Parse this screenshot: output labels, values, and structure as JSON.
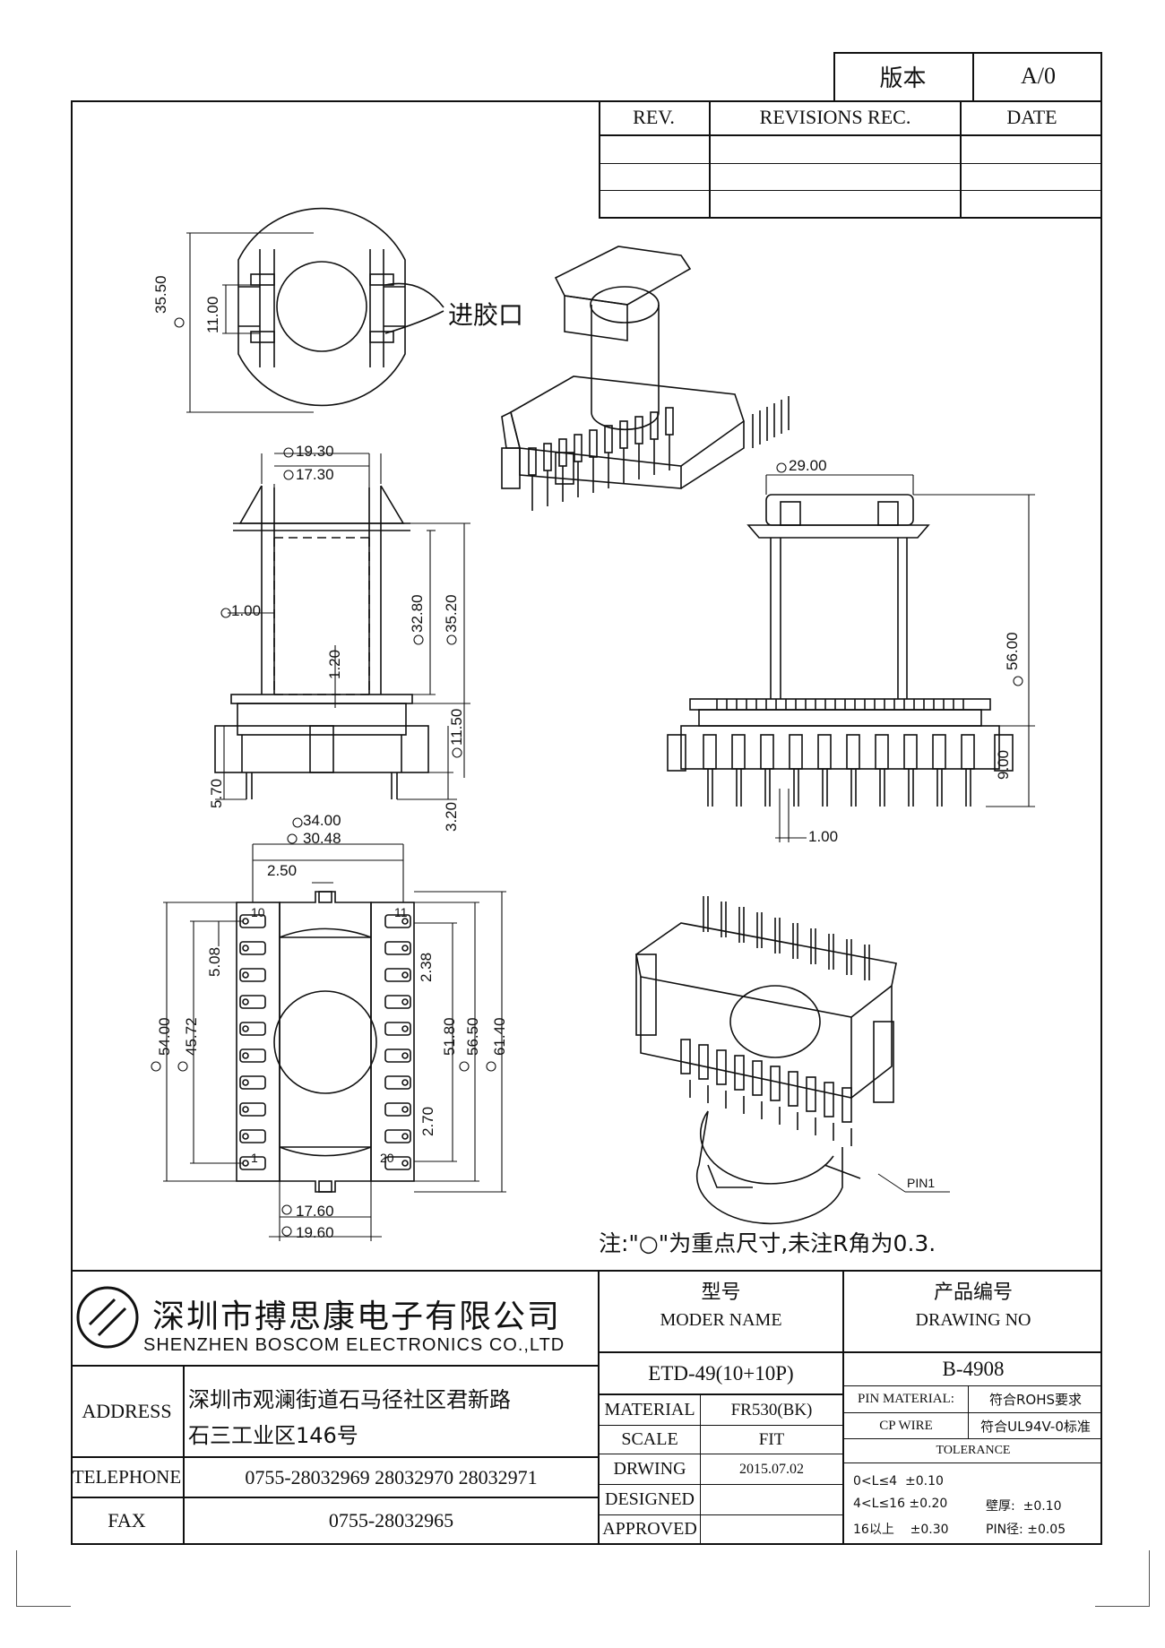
{
  "version_box": {
    "label": "版本",
    "value": "A/0"
  },
  "revisions": {
    "headers": [
      "REV.",
      "REVISIONS REC.",
      "DATE"
    ]
  },
  "callouts": {
    "gate": "进胶口",
    "pin1": "PIN1",
    "note": "注:\"○\"为重点尺寸,未注R角为0.3."
  },
  "dims": {
    "top_dia": "35.50",
    "top_slot": "11.00",
    "d1930": "19.30",
    "d1730": "17.30",
    "d100a": "1.00",
    "d120": "1.20",
    "d3280": "32.80",
    "d3520": "35.20",
    "d1150": "11.50",
    "d570": "5.70",
    "d320": "3.20",
    "d2900": "29.00",
    "d5600": "56.00",
    "d900": "9.00",
    "d100b": "1.00",
    "d3400": "34.00",
    "d3048": "30.48",
    "d250": "2.50",
    "d508": "5.08",
    "d238": "2.38",
    "d5400": "54.00",
    "d4572": "45.72",
    "d5180": "51.80",
    "d5650": "56.50",
    "d6140": "61.40",
    "d270": "2.70",
    "d1760": "17.60",
    "d1960": "19.60",
    "pin10": "10",
    "pin11": "11",
    "pin1": "1",
    "pin20": "20"
  },
  "company": {
    "name_cn": "深圳市搏思康电子有限公司",
    "name_en": "SHENZHEN BOSCOM ELECTRONICS CO.,LTD"
  },
  "title_block": {
    "address_label": "ADDRESS",
    "address_l1": "深圳市观澜街道石马径社区君新路",
    "address_l2": "石三工业区146号",
    "telephone_label": "TELEPHONE",
    "telephone": "0755-28032969 28032970 28032971",
    "fax_label": "FAX",
    "fax": "0755-28032965",
    "model_cn": "型号",
    "model_en": "MODER NAME",
    "model_value": "ETD-49(10+10P)",
    "drawing_cn": "产品编号",
    "drawing_en": "DRAWING NO",
    "drawing_value": "B-4908",
    "material_label": "MATERIAL",
    "material_value": "FR530(BK)",
    "scale_label": "SCALE",
    "scale_value": "FIT",
    "drwing_label": "DRWING",
    "drwing_value": "2015.07.02",
    "designed_label": "DESIGNED",
    "approved_label": "APPROVED",
    "pin_material_label": "PIN MATERIAL:",
    "pin_material_value": "符合ROHS要求",
    "cp_wire_label": "CP WIRE",
    "cp_wire_value": "符合UL94V-0标准",
    "tolerance_label": "TOLERANCE",
    "tol1": "0<L≤4  ±0.10",
    "tol2": "4<L≤16 ±0.20",
    "tol3": "16以上    ±0.30",
    "wall": "壁厚:  ±0.10",
    "pin_dia": "PIN径: ±0.05"
  }
}
